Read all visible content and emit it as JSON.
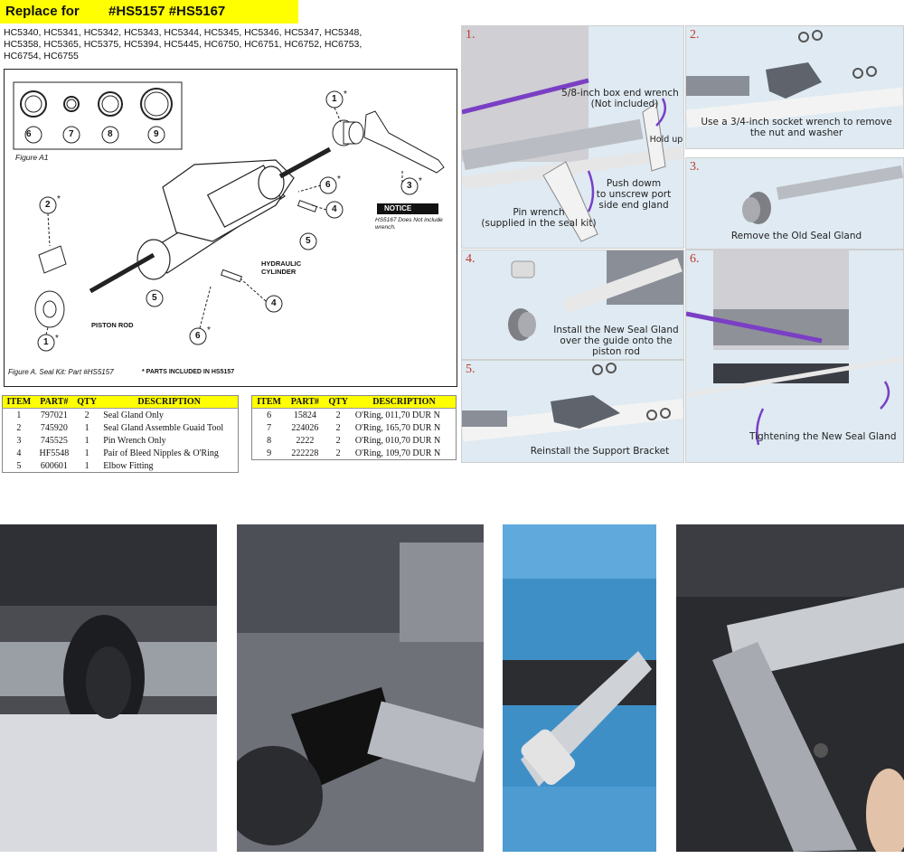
{
  "header": {
    "label": "Replace for",
    "parts": "#HS5157 #HS5167",
    "models_line1": "HC5340, HC5341, HC5342, HC5343, HC5344, HC5345, HC5346, HC5347, HC5348,",
    "models_line2": "HC5358, HC5365, HC5375, HC5394, HC5445, HC6750, HC6751, HC6752, HC6753,",
    "models_line3": "HC6754, HC6755"
  },
  "diagram": {
    "ring_numbers": [
      "6",
      "7",
      "8",
      "9"
    ],
    "figure_a1": "Figure A1",
    "hydraulic_cylinder": "HYDRAULIC\nCYLINDER",
    "piston_rod": "PISTON ROD",
    "notice_title": "NOTICE",
    "notice_text": "HS5167 Does Not include wrench.",
    "caption": "Figure A. Seal Kit: Part #HS5157",
    "included_note": "* PARTS INCLUDED IN HS5157",
    "callouts": [
      "1",
      "1",
      "2",
      "3",
      "4",
      "4",
      "5",
      "5",
      "6",
      "6"
    ],
    "star": "*"
  },
  "table_left": {
    "headers": [
      "ITEM",
      "PART#",
      "QTY",
      "DESCRIPTION"
    ],
    "rows": [
      [
        "1",
        "797021",
        "2",
        "Seal Gland Only"
      ],
      [
        "2",
        "745920",
        "1",
        "Seal Gland Assemble Guaid Tool"
      ],
      [
        "3",
        "745525",
        "1",
        "Pin Wrench Only"
      ],
      [
        "4",
        "HF5548",
        "1",
        "Pair of Bleed Nipples & O'Ring"
      ],
      [
        "5",
        "600601",
        "1",
        "Elbow Fitting"
      ]
    ]
  },
  "table_right": {
    "headers": [
      "ITEM",
      "PART#",
      "QTY",
      "DESCRIPTION"
    ],
    "rows": [
      [
        "6",
        "15824",
        "2",
        "O'Ring, 011,70 DUR N"
      ],
      [
        "7",
        "224026",
        "2",
        "O'Ring, 165,70 DUR N"
      ],
      [
        "8",
        "2222",
        "2",
        "O'Ring, 010,70 DUR N"
      ],
      [
        "9",
        "222228",
        "2",
        "O'Ring, 109,70 DUR N"
      ]
    ]
  },
  "steps": [
    {
      "num": "1.",
      "captions": [
        "5/8-inch box end wrench",
        "(Not included)",
        "Hold up",
        "Push dowm",
        "to unscrew port",
        "side end gland",
        "Pin wrench",
        "(supplied in the seal kit)"
      ]
    },
    {
      "num": "2.",
      "captions": [
        "Use a 3/4-inch socket wrench to remove",
        "the nut and washer"
      ]
    },
    {
      "num": "3.",
      "captions": [
        "Remove the Old Seal Gland"
      ]
    },
    {
      "num": "4.",
      "captions": [
        "Install the New Seal Gland",
        "over the guide onto the",
        "piston rod"
      ]
    },
    {
      "num": "5.",
      "captions": [
        "Reinstall the Support Bracket"
      ]
    },
    {
      "num": "6.",
      "captions": [
        "Tightening the New Seal Gland"
      ]
    }
  ],
  "colors": {
    "highlight": "#ffff00",
    "step_bg": "#dfeaf2",
    "purple": "#7a3fc4",
    "step_number": "#c0392b"
  }
}
